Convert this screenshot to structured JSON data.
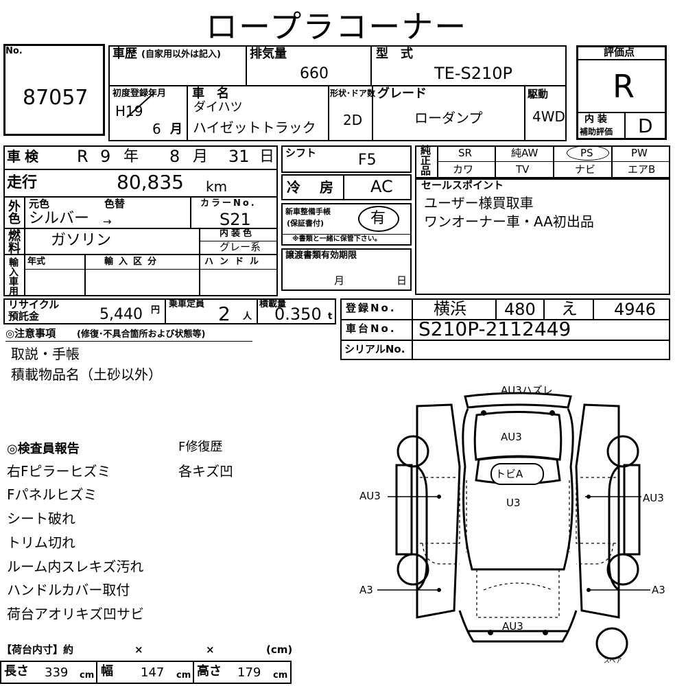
{
  "title": "ロープラコーナー",
  "lot": {
    "no_label": "No.",
    "number": "87057"
  },
  "history": {
    "label": "車歴",
    "note": "(自家用以外は記入)"
  },
  "displacement": {
    "label": "排気量",
    "value": "660"
  },
  "model": {
    "label": "型　式",
    "value": "TE-S210P"
  },
  "grade_box": {
    "label": "評価点",
    "value": "R",
    "interior_label_1": "内 装",
    "interior_label_2": "補助評価",
    "interior_value": "D"
  },
  "first_reg": {
    "label": "初度登録年月",
    "year": "H19",
    "slash": "/",
    "month": "6",
    "month_unit": "月"
  },
  "car_name": {
    "label": "車　名",
    "maker": "ダイハツ",
    "name": "ハイゼットトラック"
  },
  "body_doors": {
    "label": "形状･ドア数",
    "value": "2D"
  },
  "grade": {
    "label": "グレード",
    "value": "ローダンプ"
  },
  "drive": {
    "label": "駆動",
    "value": "4WD"
  },
  "inspection": {
    "label": "車検",
    "era": "R",
    "year": "9",
    "year_unit": "年",
    "month": "8",
    "month_unit": "月",
    "day": "31",
    "day_unit": "日"
  },
  "shift": {
    "label": "シフト",
    "value": "F5"
  },
  "equipment": {
    "label": "純正品",
    "items": [
      "SR",
      "純AW",
      "PS",
      "PW",
      "カワ",
      "TV",
      "ナビ",
      "エアB"
    ]
  },
  "mileage": {
    "label": "走行",
    "value": "80,835",
    "unit": "km"
  },
  "aircon": {
    "label": "冷　房",
    "value": "AC"
  },
  "sales_point": {
    "label": "セールスポイント",
    "line1": "ユーザー様買取車",
    "line2": "ワンオーナー車・AA初出品"
  },
  "color": {
    "section_label": "外色",
    "original_label": "元色",
    "change_label": "色替",
    "value": "シルバー",
    "arrow": "→",
    "code_label": "カラーNo.",
    "code": "S21",
    "interior_label": "内装色",
    "interior": "グレー系"
  },
  "warranty": {
    "label_1": "新車整備手帳",
    "label_2": "(保証書付)",
    "value": "有",
    "note": "※書類と一緒に保管下さい。"
  },
  "fuel": {
    "label": "燃料",
    "value": "ガソリン"
  },
  "import": {
    "label": "輸入車用",
    "year_label": "年式",
    "type_label": "輸入区分",
    "handle_label": "ハンドル"
  },
  "transfer": {
    "label": "譲渡書類有効期限",
    "month_unit": "月",
    "day_unit": "日"
  },
  "recycle": {
    "label_1": "リサイクル",
    "label_2": "預託金",
    "value": "5,440",
    "unit": "円"
  },
  "capacity": {
    "label": "乗車定員",
    "value": "2",
    "unit": "人"
  },
  "load": {
    "label": "積載量",
    "value": "0.350",
    "unit": "t"
  },
  "registration": {
    "label": "登録No.",
    "region": "横浜",
    "class": "480",
    "kana": "え",
    "number": "4946"
  },
  "chassis": {
    "label": "車台No.",
    "value": "S210P-2112449"
  },
  "serial": {
    "label": "シリアルNo.",
    "value": ""
  },
  "notes": {
    "title": "◎注意事項",
    "subtitle": "(修復･不具合箇所および状態等)",
    "lines": [
      "取説・手帳",
      "積載物品名（土砂以外）"
    ]
  },
  "inspector_report": {
    "title": "◎検査員報告",
    "lines": [
      "右Fピラーヒズミ",
      "Fパネルヒズミ",
      "シート破れ",
      "トリム切れ",
      "ルーム内スレキズ汚れ",
      "ハンドルカバー取付",
      "荷台アオリキズ凹サビ"
    ],
    "repair_title": "F修復歴",
    "repair_note": "各キズ凹"
  },
  "diagram": {
    "front_bumper": "AU3ハズレ",
    "hood": "AU3",
    "roof_front": "トビA",
    "roof": "U3",
    "left_door": "AU3",
    "right_door": "AU3",
    "left_rear": "A3",
    "right_rear": "A3",
    "rear": "AU3",
    "spare": "スペア"
  },
  "bed": {
    "title": "【荷台内寸】約",
    "x1": "×",
    "x2": "×",
    "unit": "(cm)",
    "length_label": "長さ",
    "length": "339",
    "width_label": "幅",
    "width": "147",
    "height_label": "高さ",
    "height": "179",
    "cm": "cm"
  }
}
